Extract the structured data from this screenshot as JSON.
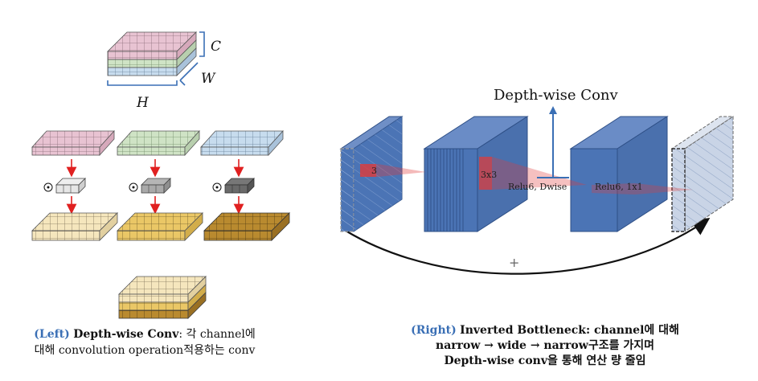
{
  "left": {
    "dims": {
      "c": "C",
      "w": "W",
      "h": "H"
    },
    "caption": {
      "tag": "(Left)",
      "title": "Depth-wise Conv",
      "line1_rest": ": 각 channel에",
      "line2": "대해 convolution operation적용하는 conv"
    },
    "colors": {
      "pink": "#e8c3d2",
      "green": "#cfe3c5",
      "blue": "#c7dcee",
      "out1": "#f5e6bd",
      "out2": "#eac766",
      "out3": "#b98a2f",
      "arrow": "#e02020"
    }
  },
  "right": {
    "dwise_title": "Depth-wise Conv",
    "labels": {
      "k3a": "3",
      "k3b": "3x3",
      "relu_dw": "Relu6, Dwise",
      "relu_11": "Relu6, 1x1",
      "plus": "+"
    },
    "colors": {
      "block": "#4b74b5",
      "edge": "#2e4f86",
      "ghost": "#c9d4e6",
      "red": "#e03a3a"
    },
    "caption": {
      "tag": "(Right)",
      "line1": "Inverted Bottleneck: channel에 대해",
      "line2": "narrow → wide →  narrow구조를 가지며",
      "line3": "Depth-wise conv을 통해 연산 량 줄임"
    }
  }
}
